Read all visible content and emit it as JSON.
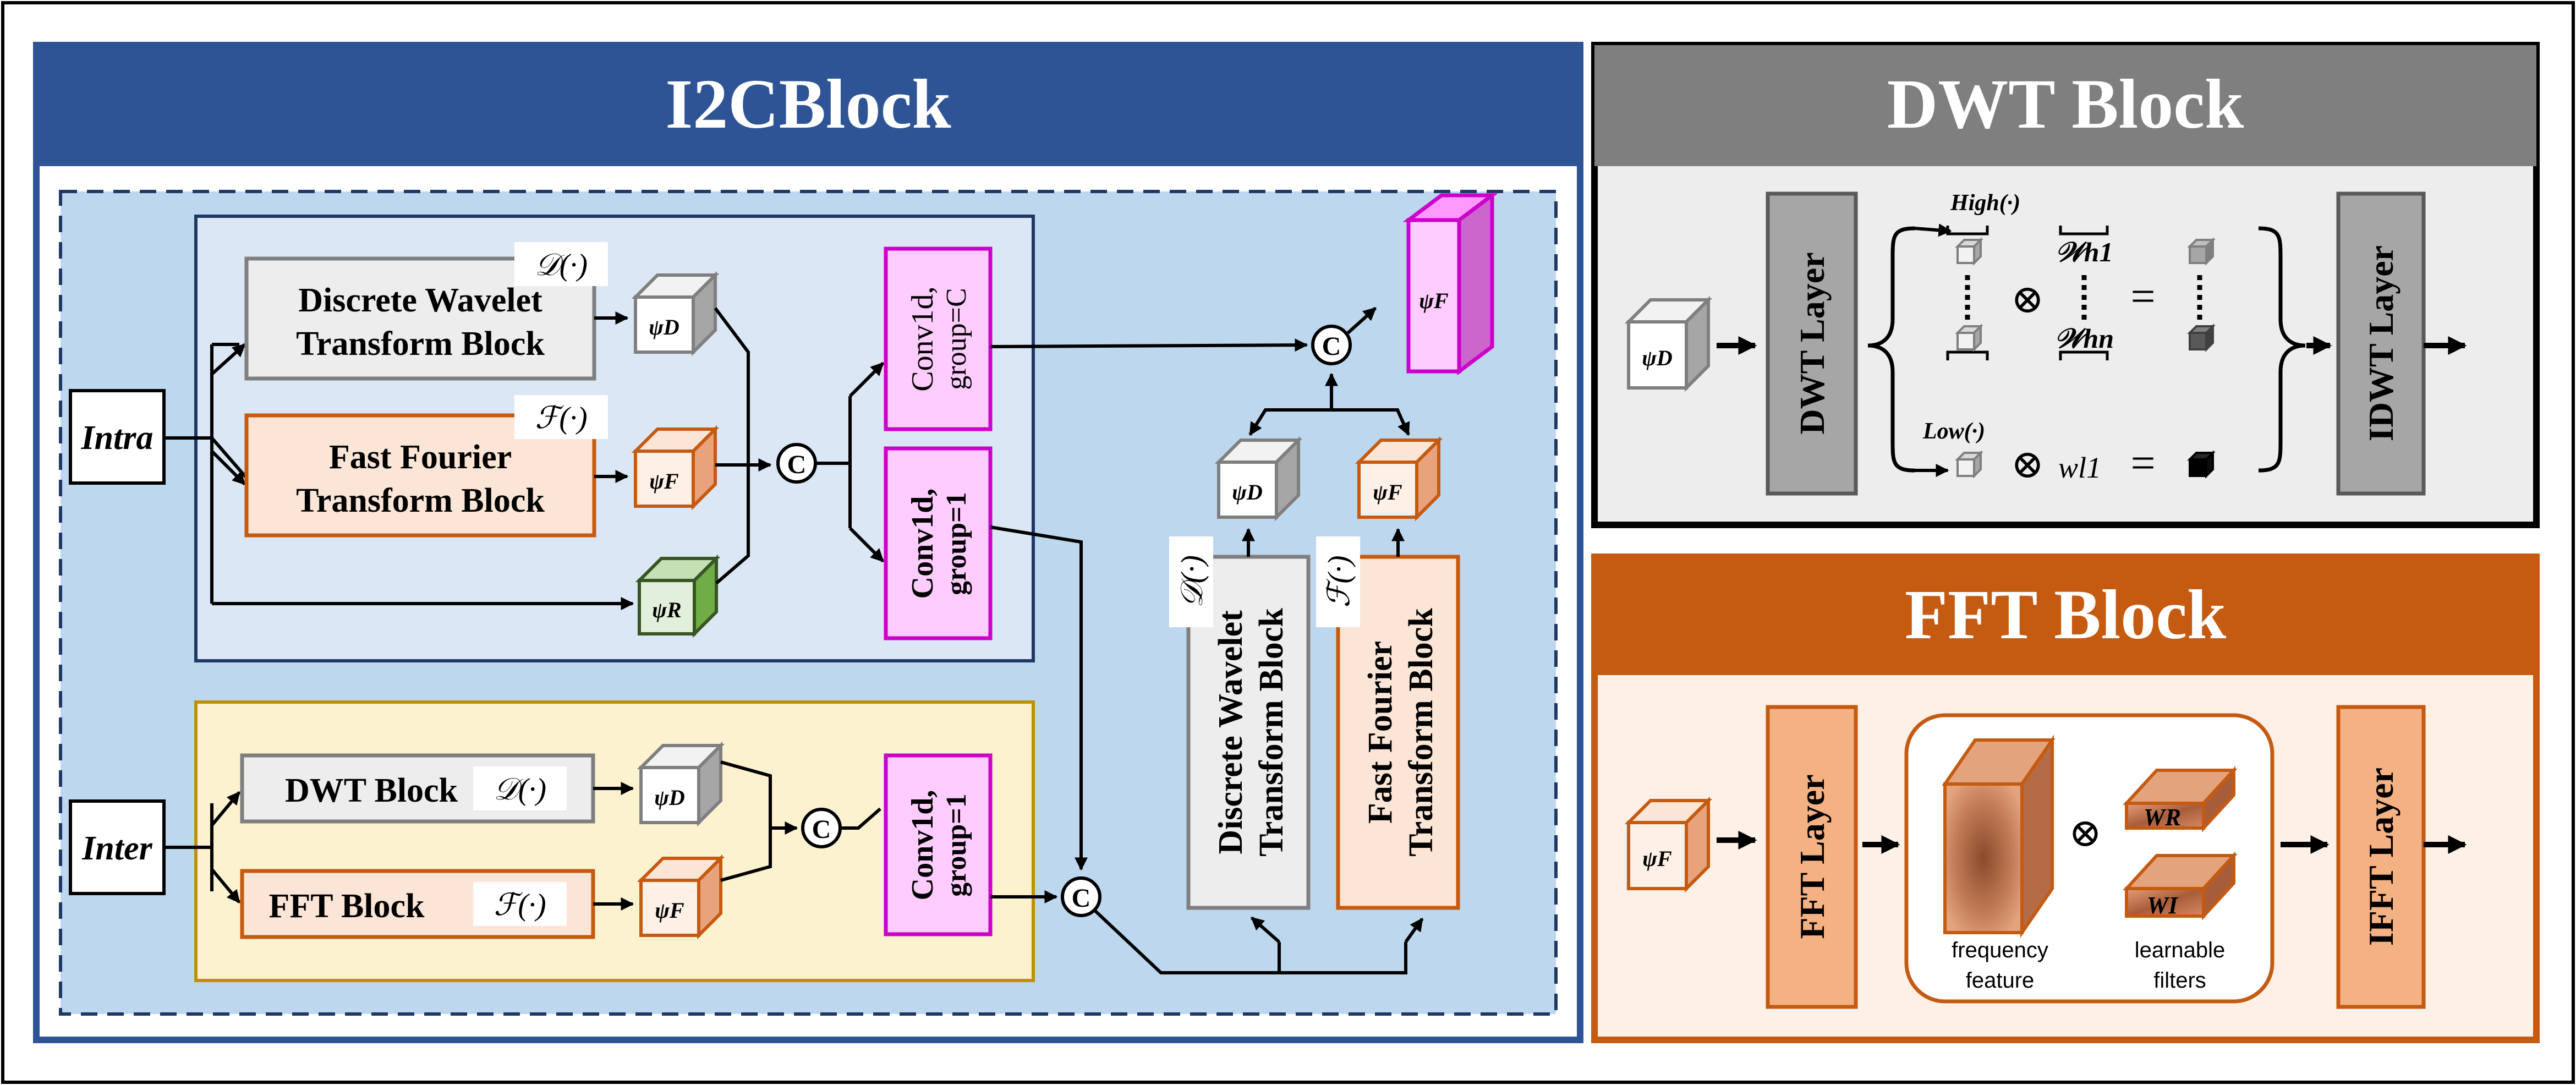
{
  "i2c": {
    "title": "I2CBlock",
    "intra_label": "Intra",
    "inter_label": "Inter",
    "dwt_block_line1": "Discrete Wavelet",
    "dwt_block_line2": "Transform Block",
    "fft_block_line1": "Fast Fourier",
    "fft_block_line2": "Transform Block",
    "d_op": "𝒟(·)",
    "f_op": "ℱ(·)",
    "psi_d": "ψD",
    "psi_f": "ψF",
    "psi_r": "ψR",
    "concat": "C",
    "conv_c_line1": "Conv1d,",
    "conv_c_line2": "group=C",
    "conv_1_line1": "Conv1d,",
    "conv_1_line2": "group=1",
    "inter_dwt": "DWT Block",
    "inter_fft": "FFT Block",
    "vert_dwt_line1": "Discrete Wavelet",
    "vert_dwt_line2": "Transform Block",
    "vert_fft_line1": "Fast Fourier",
    "vert_fft_line2": "Transform Block"
  },
  "dwt": {
    "title": "DWT Block",
    "layer": "DWT Layer",
    "inverse_layer": "IDWT Layer",
    "high": "High(·)",
    "low": "Low(·)",
    "otimes": "⊗",
    "equals": "=",
    "w_h_1": "𝒲h1",
    "w_h_n": "𝒲hn",
    "w_l_1": "wl1",
    "psi_d": "ψD"
  },
  "fft": {
    "title": "FFT Block",
    "layer": "FFT Layer",
    "inverse_layer": "IFFT Layer",
    "feature_line1": "frequency",
    "feature_line2": "feature",
    "filters_line1": "learnable",
    "filters_line2": "filters",
    "otimes": "⊗",
    "w_r": "WR",
    "w_i": "WI",
    "psi_f": "ψF"
  },
  "colors": {
    "i2c_header": "#2f5496",
    "dwt_header": "#7f7f7f",
    "fft_header": "#c55a11",
    "outer_blue": "#bdd7ee",
    "intra_fill": "#dbe7f4",
    "inter_fill": "#fdf2d0",
    "magenta": "#cc00cc",
    "pink_fill": "#ffccff",
    "orange": "#c55a11",
    "peach": "#fbe5d6",
    "gray_fill": "#ededed"
  }
}
